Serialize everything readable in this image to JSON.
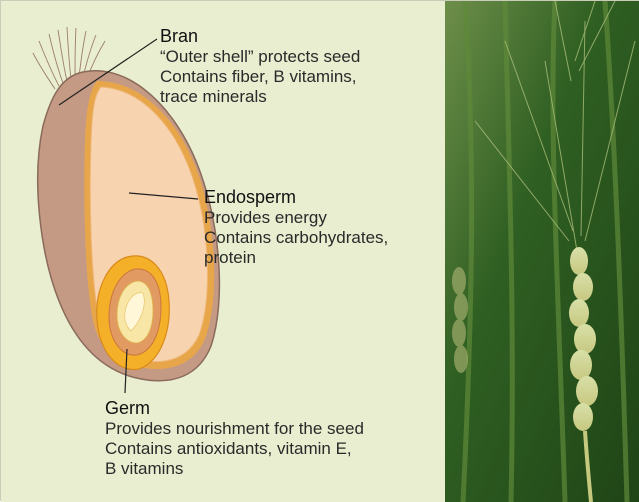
{
  "labels": {
    "bran": {
      "title": "Bran",
      "lines": [
        "“Outer shell” protects seed",
        "Contains fiber, B vitamins,",
        "trace minerals"
      ]
    },
    "endosperm": {
      "title": "Endosperm",
      "lines": [
        "Provides energy",
        "Contains carbohydrates,",
        "protein"
      ]
    },
    "germ": {
      "title": "Germ",
      "lines": [
        "Provides nourishment for the seed",
        "Contains antioxidants, vitamin E,",
        "B vitamins"
      ]
    }
  },
  "colors": {
    "background": "#e8eecf",
    "bran": "#c49a85",
    "endosperm": "#f7d3b0",
    "germ_outer": "#f4b028",
    "germ_inner": "#f7e6a6",
    "wheat_field": "#2c5a1e"
  }
}
